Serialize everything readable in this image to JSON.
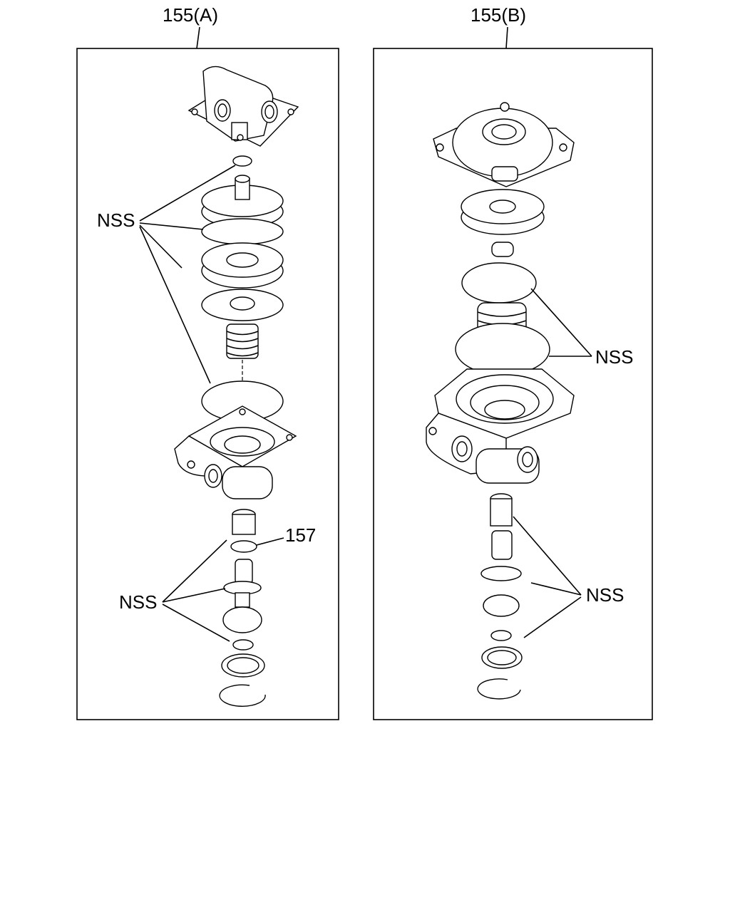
{
  "panels": [
    {
      "id": "A",
      "callout": "155(A)"
    },
    {
      "id": "B",
      "callout": "155(B)"
    }
  ],
  "labels": {
    "nss_a_top": "NSS",
    "nss_a_bottom": "NSS",
    "ref_157": "157",
    "nss_b_top": "NSS",
    "nss_b_bottom": "NSS"
  }
}
